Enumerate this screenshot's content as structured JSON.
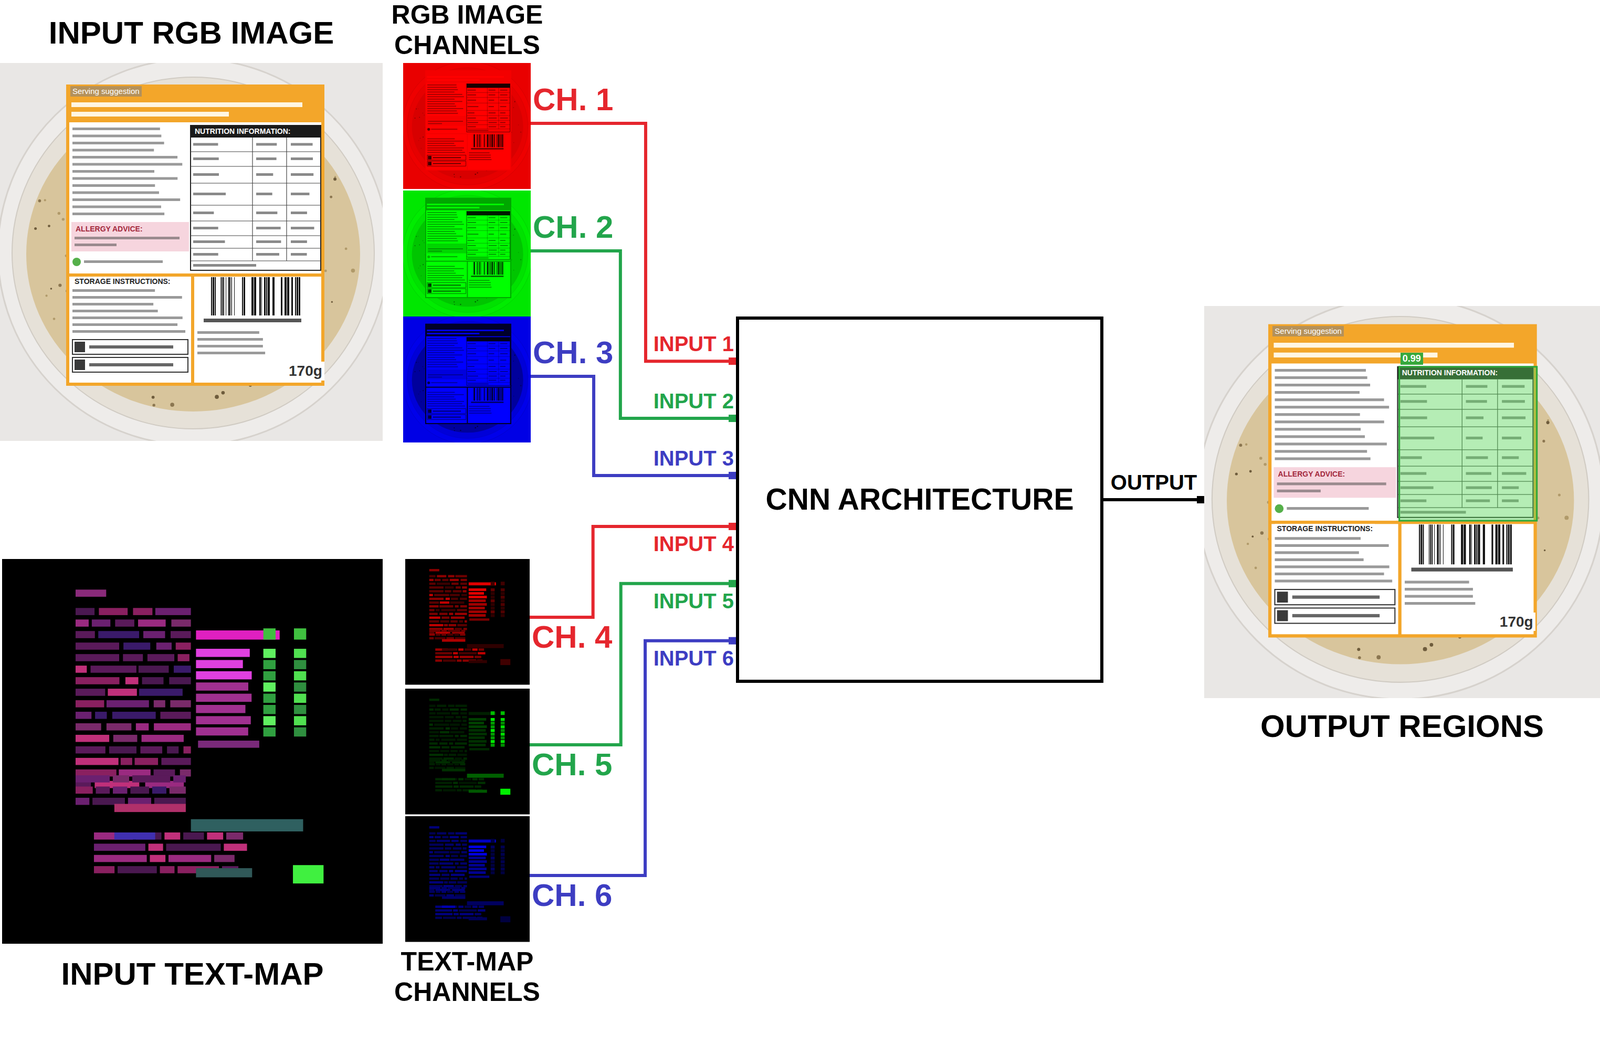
{
  "diagram": {
    "nodes": [
      {
        "text": [
          "INPUT RGB IMAGE"
        ]
      },
      {
        "text": [
          "CH. 1"
        ]
      },
      {
        "text": [
          "CH. 2"
        ]
      },
      {
        "text": [
          "CH. 3"
        ]
      },
      {
        "text": [
          "CNN ARCHITECTURE"
        ]
      },
      {
        "text": [
          "INPUT TEXT-MAP"
        ]
      },
      {
        "text": [
          "CH. 4"
        ]
      },
      {
        "text": [
          "CH. 5"
        ]
      },
      {
        "text": [
          "CH. 6"
        ]
      },
      {
        "text": [
          "OUTPUT REGIONS"
        ]
      }
    ],
    "edges": [
      {
        "from": 1,
        "to": 4,
        "label": "INPUT 1",
        "arrow": "none"
      },
      {
        "from": 2,
        "to": 4,
        "label": "INPUT 2",
        "arrow": "none"
      },
      {
        "from": 3,
        "to": 4,
        "label": "INPUT 3",
        "arrow": "none"
      },
      {
        "from": 6,
        "to": 4,
        "label": "INPUT 4",
        "arrow": "none"
      },
      {
        "from": 7,
        "to": 4,
        "label": "INPUT 5",
        "arrow": "none"
      },
      {
        "from": 8,
        "to": 4,
        "label": "INPUT 6",
        "arrow": "none"
      },
      {
        "from": 4,
        "to": 9,
        "label": "OUTPUT",
        "arrow": "none"
      }
    ],
    "labels": [
      "RGB IMAGE CHANNELS",
      "TEXT-MAP CHANNELS",
      "Serving suggestion",
      "NUTRITION INFORMATION:",
      "ALLERGY ADVICE:",
      "STORAGE INSTRUCTIONS:",
      "170g",
      "Serving suggestion",
      "0.99",
      "NUTRITION INFORMATION:",
      "ALLERGY ADVICE:",
      "STORAGE INSTRUCTIONS:",
      "170g"
    ]
  }
}
